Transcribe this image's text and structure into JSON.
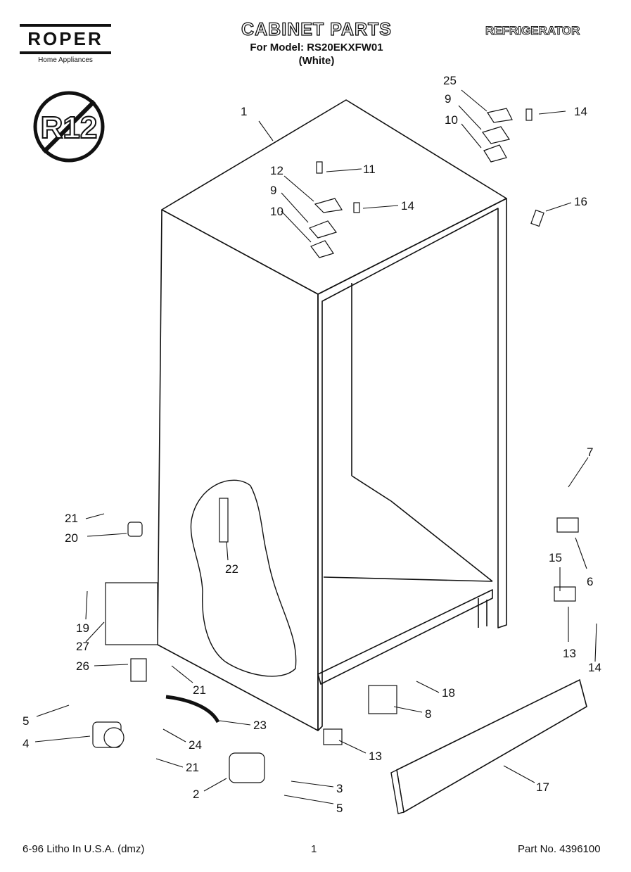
{
  "header": {
    "brand": "ROPER",
    "brand_sub": "Home Appliances",
    "title": "CABINET PARTS",
    "model_line": "For Model: RS20EKXFW01",
    "color_line": "(White)",
    "appliance": "REFRIGERATOR"
  },
  "badge": {
    "text": "R12",
    "icon": "no-r12-icon"
  },
  "callouts": [
    "1",
    "25",
    "9",
    "10",
    "14",
    "12",
    "11",
    "9",
    "14",
    "10",
    "16",
    "7",
    "6",
    "15",
    "13",
    "14",
    "21",
    "20",
    "22",
    "19",
    "27",
    "26",
    "21",
    "18",
    "8",
    "5",
    "23",
    "4",
    "24",
    "13",
    "21",
    "17",
    "3",
    "2",
    "5"
  ],
  "footer": {
    "left": "6-96 Litho In U.S.A. (dmz)",
    "page": "1",
    "part_no": "Part No. 4396100"
  }
}
